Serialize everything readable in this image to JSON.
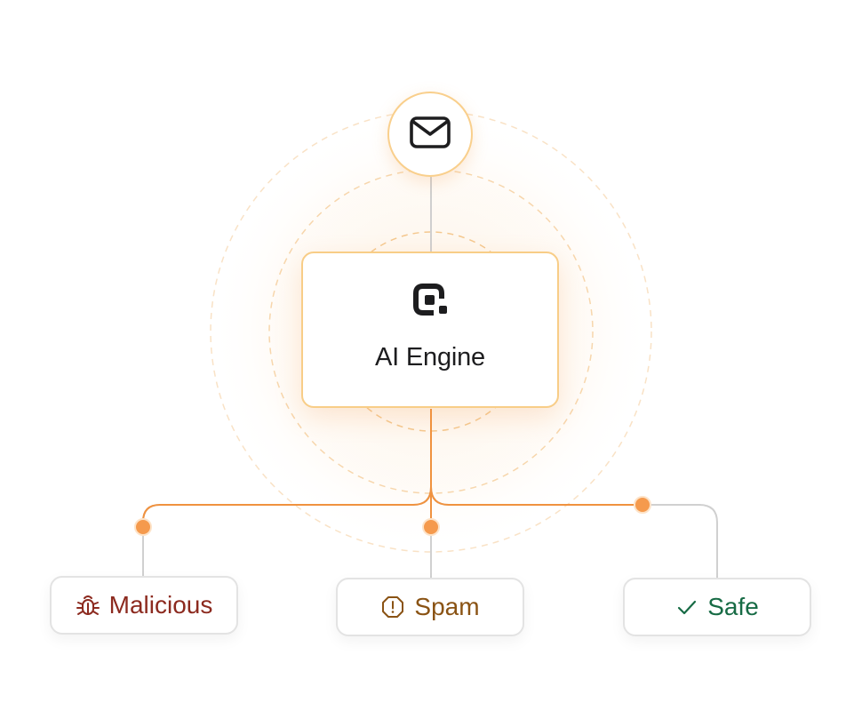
{
  "engine": {
    "title": "AI Engine",
    "logo_icon": "ai-engine-logo-icon"
  },
  "source": {
    "icon": "mail-icon"
  },
  "outcomes": [
    {
      "label": "Malicious",
      "icon": "bug-icon",
      "color": "#8c2a1f"
    },
    {
      "label": "Spam",
      "icon": "alert-octagon-icon",
      "color": "#8a5314"
    },
    {
      "label": "Safe",
      "icon": "check-icon",
      "color": "#176b45"
    }
  ],
  "colors": {
    "accent": "#f0923f",
    "accent_light": "#f9cf8c",
    "connector_gray": "#cfcfcf"
  }
}
